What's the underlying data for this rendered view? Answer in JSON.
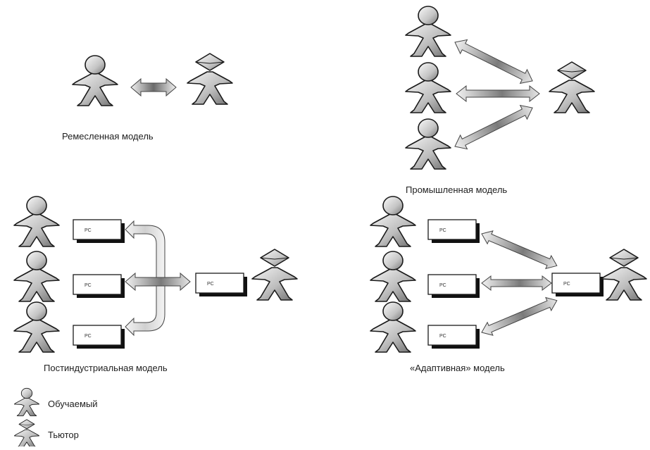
{
  "models": {
    "craft": {
      "title": "Ремесленная модель"
    },
    "industrial": {
      "title": "Промышленная модель"
    },
    "postindustrial": {
      "title": "Постиндустриальная модель"
    },
    "adaptive": {
      "title": "«Адаптивная» модель"
    }
  },
  "pc_label": "PC",
  "legend": {
    "learner": "Обучаемый",
    "tutor": "Тьютор"
  },
  "icons": {
    "learner": "person-round-head-icon",
    "tutor": "person-diamond-head-icon"
  },
  "colors": {
    "figure_light": "#f2f2f2",
    "figure_dark": "#6b6b6b",
    "arrow_light": "#f0f0f0",
    "arrow_dark": "#6a6a6a",
    "outline": "#1a1a1a"
  }
}
